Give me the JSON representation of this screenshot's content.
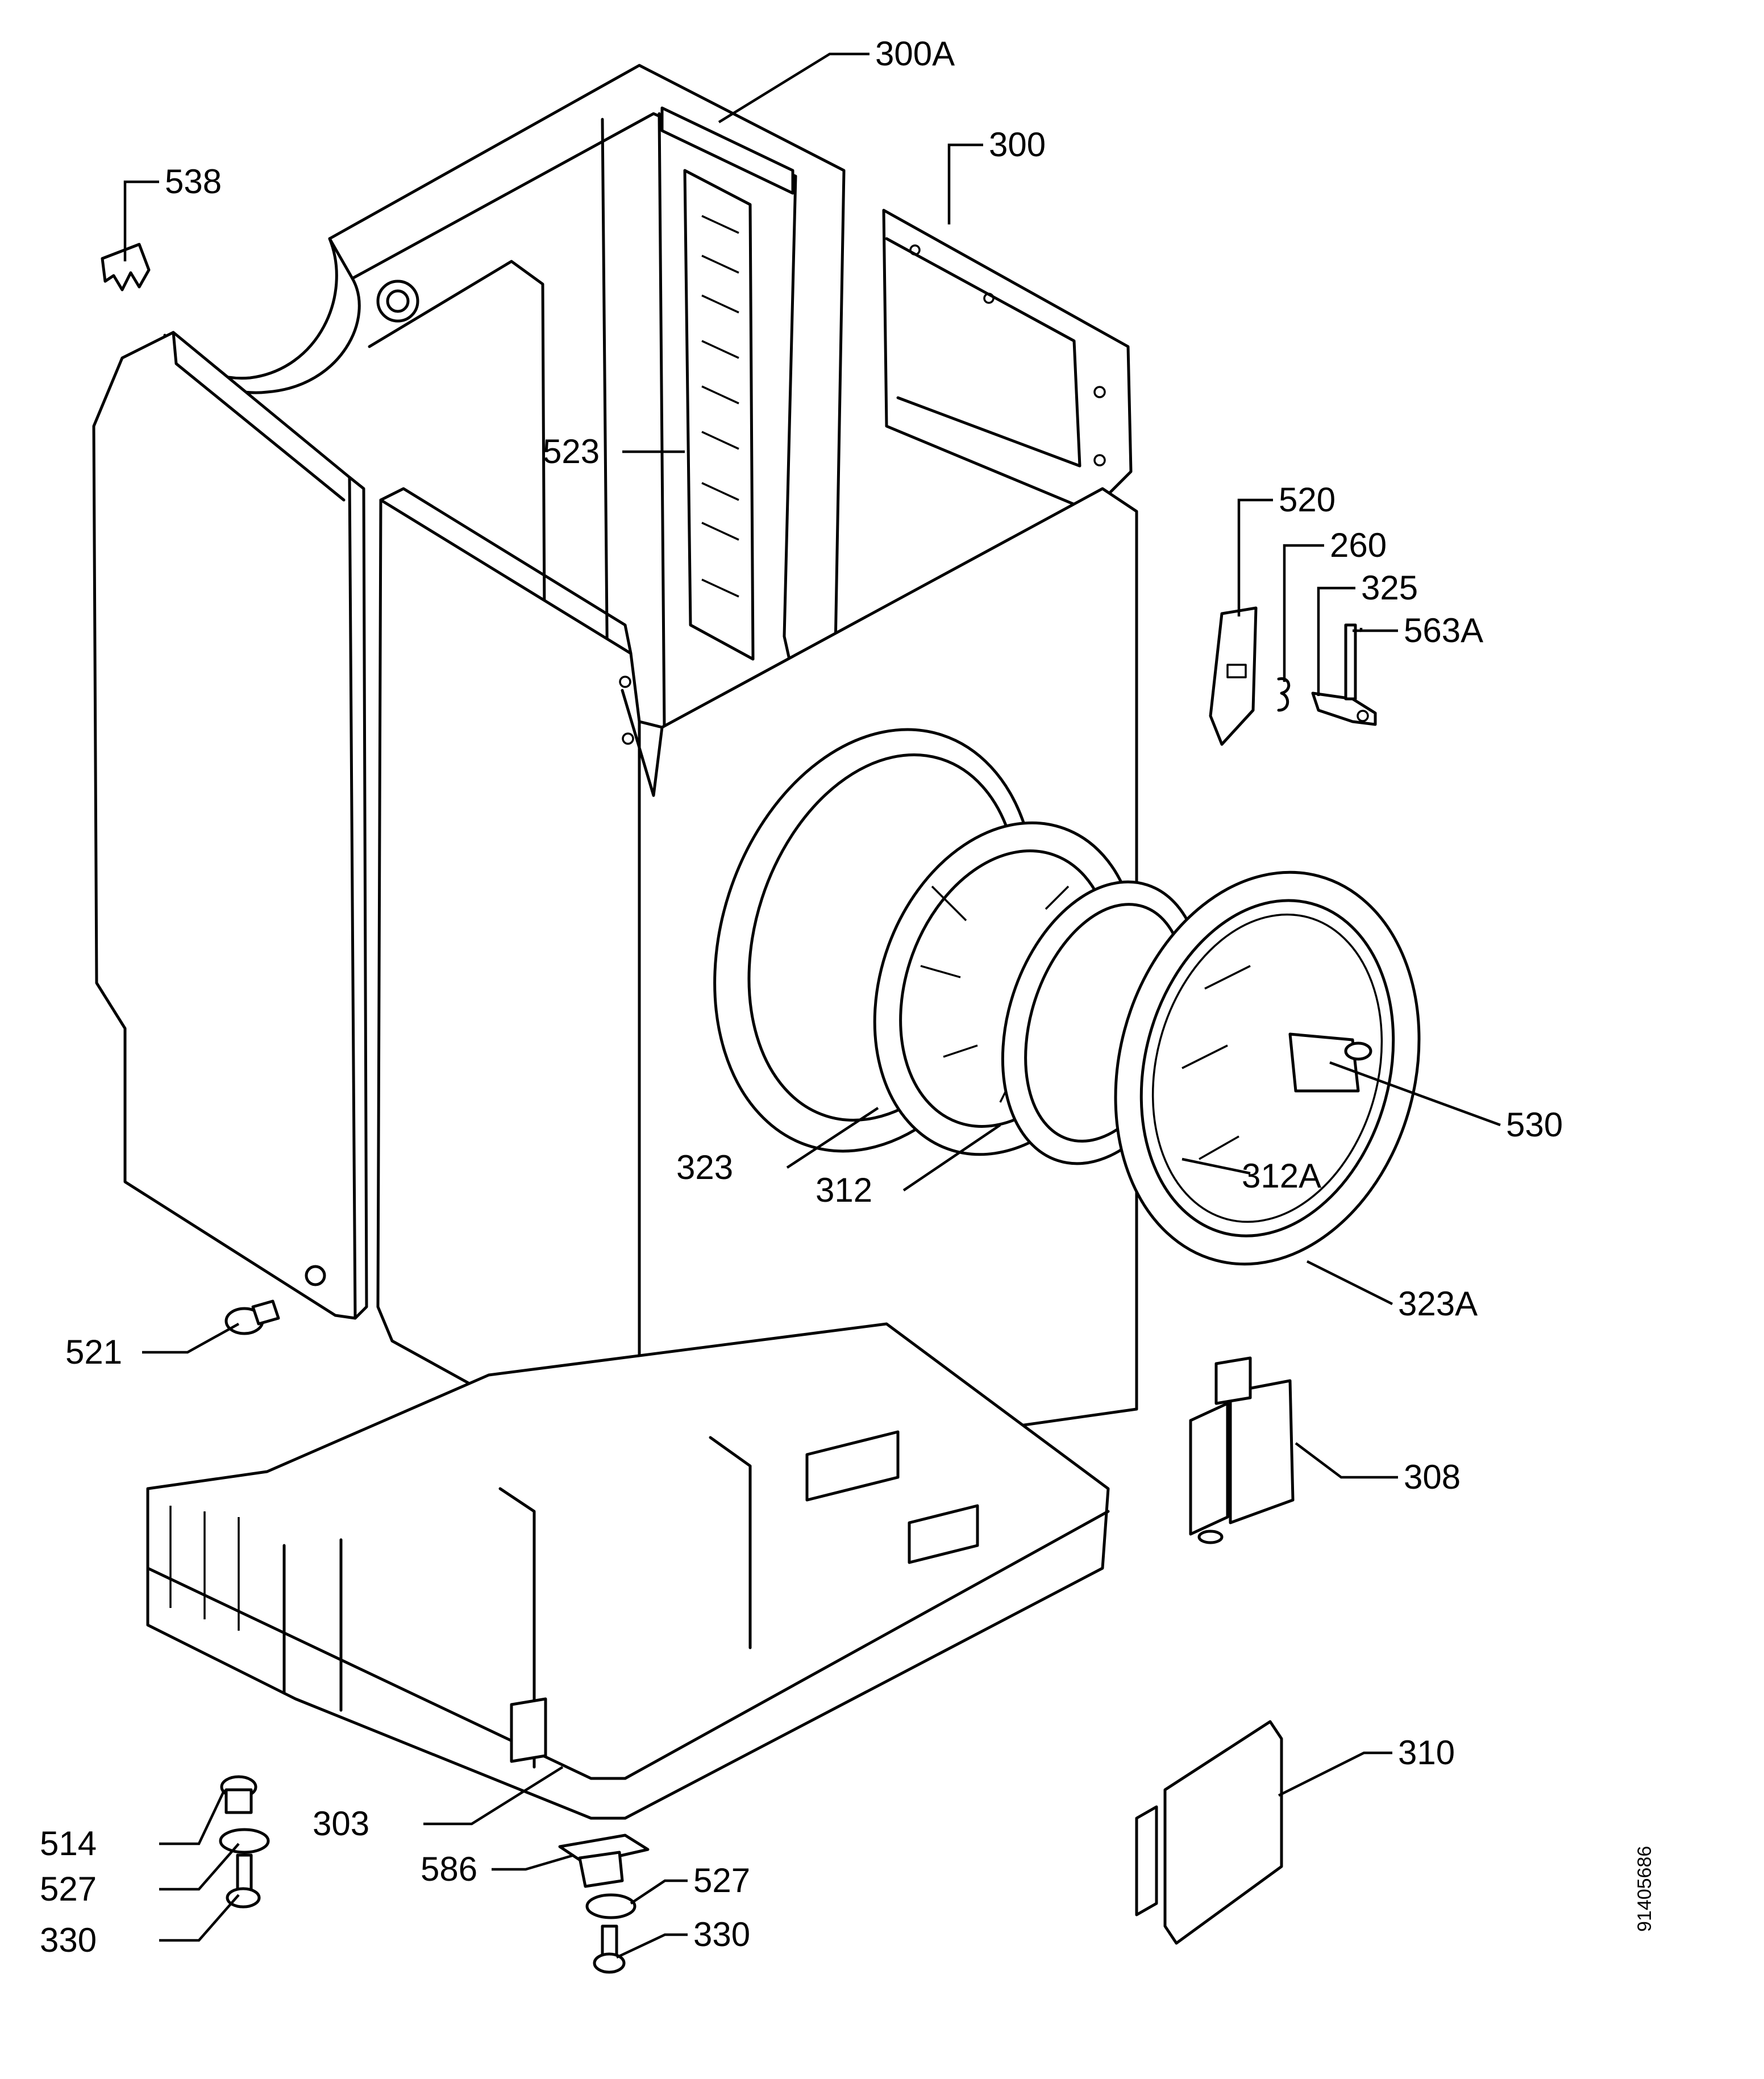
{
  "diagram": {
    "reference_code": "91405686",
    "callouts": [
      {
        "id": "300A",
        "text": "300A"
      },
      {
        "id": "300",
        "text": "300"
      },
      {
        "id": "538",
        "text": "538"
      },
      {
        "id": "523",
        "text": "523"
      },
      {
        "id": "520",
        "text": "520"
      },
      {
        "id": "260",
        "text": "260"
      },
      {
        "id": "325",
        "text": "325"
      },
      {
        "id": "563A",
        "text": "563A"
      },
      {
        "id": "530",
        "text": "530"
      },
      {
        "id": "323",
        "text": "323"
      },
      {
        "id": "312",
        "text": "312"
      },
      {
        "id": "312A",
        "text": "312A"
      },
      {
        "id": "323A",
        "text": "323A"
      },
      {
        "id": "521",
        "text": "521"
      },
      {
        "id": "308",
        "text": "308"
      },
      {
        "id": "310",
        "text": "310"
      },
      {
        "id": "303",
        "text": "303"
      },
      {
        "id": "586",
        "text": "586"
      },
      {
        "id": "514",
        "text": "514"
      },
      {
        "id": "527a",
        "text": "527"
      },
      {
        "id": "330a",
        "text": "330"
      },
      {
        "id": "527b",
        "text": "527"
      },
      {
        "id": "330b",
        "text": "330"
      }
    ]
  }
}
